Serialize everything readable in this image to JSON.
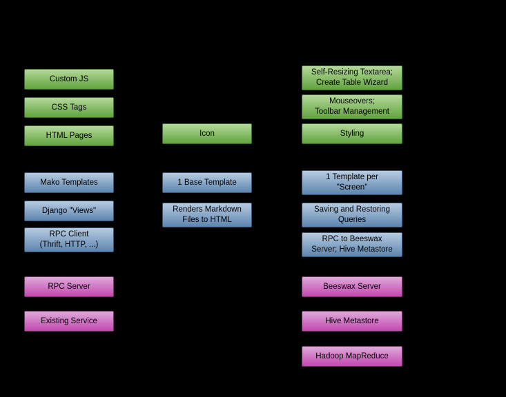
{
  "background": "#000000",
  "palette": {
    "green": {
      "top": "#b4d99b",
      "bottom": "#61a33e",
      "border": "#3e6b28"
    },
    "blue": {
      "top": "#b7cbe1",
      "bottom": "#5d85af",
      "border": "#36536f"
    },
    "magenta": {
      "top": "#dfa9da",
      "bottom": "#c248b0",
      "border": "#743063"
    }
  },
  "boxes": {
    "custom_js": "Custom JS",
    "css_tags": "CSS Tags",
    "html_pages": "HTML Pages",
    "mako_templates": "Mako Templates",
    "django_views": "Django \"Views\"",
    "rpc_client": "RPC Client\n(Thrift, HTTP, ...)",
    "rpc_server": "RPC Server",
    "existing_service": "Existing Service",
    "icon": "Icon",
    "base_template": "1 Base Template",
    "renders_markdown": "Renders Markdown\nFiles to HTML",
    "self_resizing_textarea": "Self-Resizing Textarea;\nCreate Table Wizard",
    "mouseovers": "Mouseovers;\nToolbar Management",
    "styling": "Styling",
    "template_per_screen": "1 Template per\n\"Screen\"",
    "saving_restoring_queries": "Saving and Restoring\nQueries",
    "rpc_to_beeswax": "RPC to Beeswax\nServer; Hive Metastore",
    "beeswax_server": "Beeswax Server",
    "hive_metastore": "Hive Metastore",
    "hadoop_mapreduce": "Hadoop MapReduce"
  }
}
